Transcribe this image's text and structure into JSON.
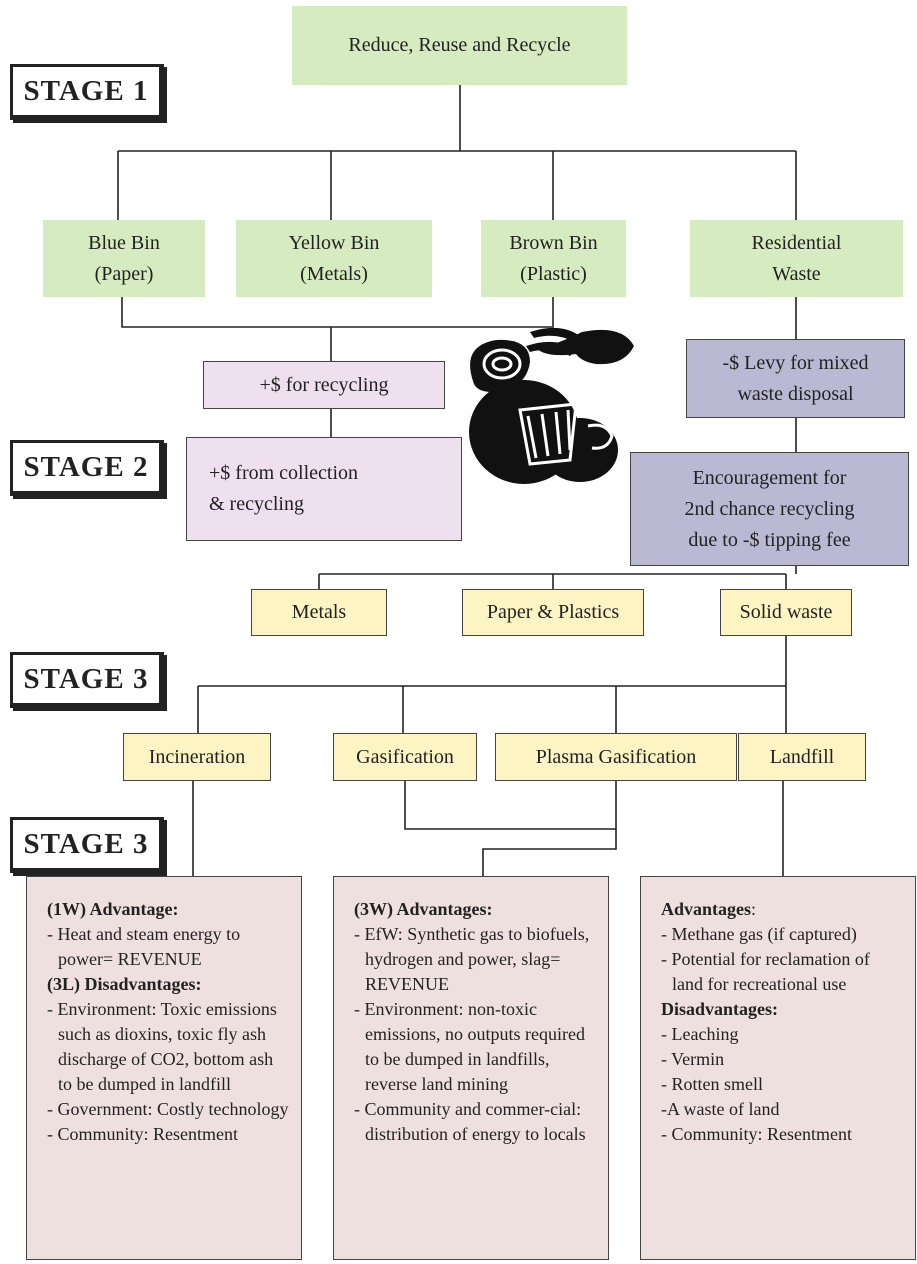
{
  "root": "Reduce, Reuse and Recycle",
  "stages": [
    "STAGE 1",
    "STAGE 2",
    "STAGE 3",
    "STAGE 3"
  ],
  "bins": {
    "blue": [
      "Blue Bin",
      "(Paper)"
    ],
    "yellow": [
      "Yellow Bin",
      "(Metals)"
    ],
    "brown": [
      "Brown Bin",
      "(Plastic)"
    ],
    "residential": [
      "Residential",
      "Waste"
    ]
  },
  "recycling_credit": "+$ for recycling",
  "collection_credit": [
    "+$ from collection",
    "& recycling"
  ],
  "levy": [
    "-$ Levy for mixed",
    "waste disposal"
  ],
  "encouragement": [
    "Encouragement for",
    "2nd chance recycling",
    "due to -$ tipping fee"
  ],
  "second_sort": [
    "Metals",
    "Paper & Plastics",
    "Solid waste"
  ],
  "methods": [
    "Incineration",
    "Gasification",
    "Plasma Gasification",
    "Landfill"
  ],
  "panels": {
    "incineration": {
      "adv_head": "(1W) Advantage:",
      "adv": [
        "- Heat and steam energy to power= REVENUE"
      ],
      "dis_head": "(3L) Disadvantages:",
      "dis": [
        "- Environment: Toxic emissions such as dioxins, toxic fly ash discharge of CO2, bottom ash to be dumped in landfill",
        "- Government: Costly technology",
        "- Community: Resentment"
      ]
    },
    "gasification": {
      "adv_head": "(3W) Advantages:",
      "adv": [
        "- EfW: Synthetic gas to biofuels, hydrogen and power, slag= REVENUE",
        "- Environment: non-toxic emissions, no outputs required to be dumped in landfills, reverse land mining",
        "- Community and commer-cial: distribution of energy to locals"
      ]
    },
    "landfill": {
      "adv_head": "Advantages",
      "adv_colon": ":",
      "adv": [
        "- Methane gas (if captured)",
        "- Potential for reclamation of land for recreational use"
      ],
      "dis_head": "Disadvantages:",
      "dis": [
        "- Leaching",
        "- Vermin",
        "- Rotten smell",
        "-A waste of land",
        "- Community: Resentment"
      ]
    }
  },
  "colors": {
    "green": "#d6ebbf",
    "lilac": "#efe0f0",
    "slate": "#b9b9d3",
    "cream": "#fdf4c4",
    "rose": "#efe0e0"
  },
  "clipart_icon": "recycle-bin-clipart-icon"
}
